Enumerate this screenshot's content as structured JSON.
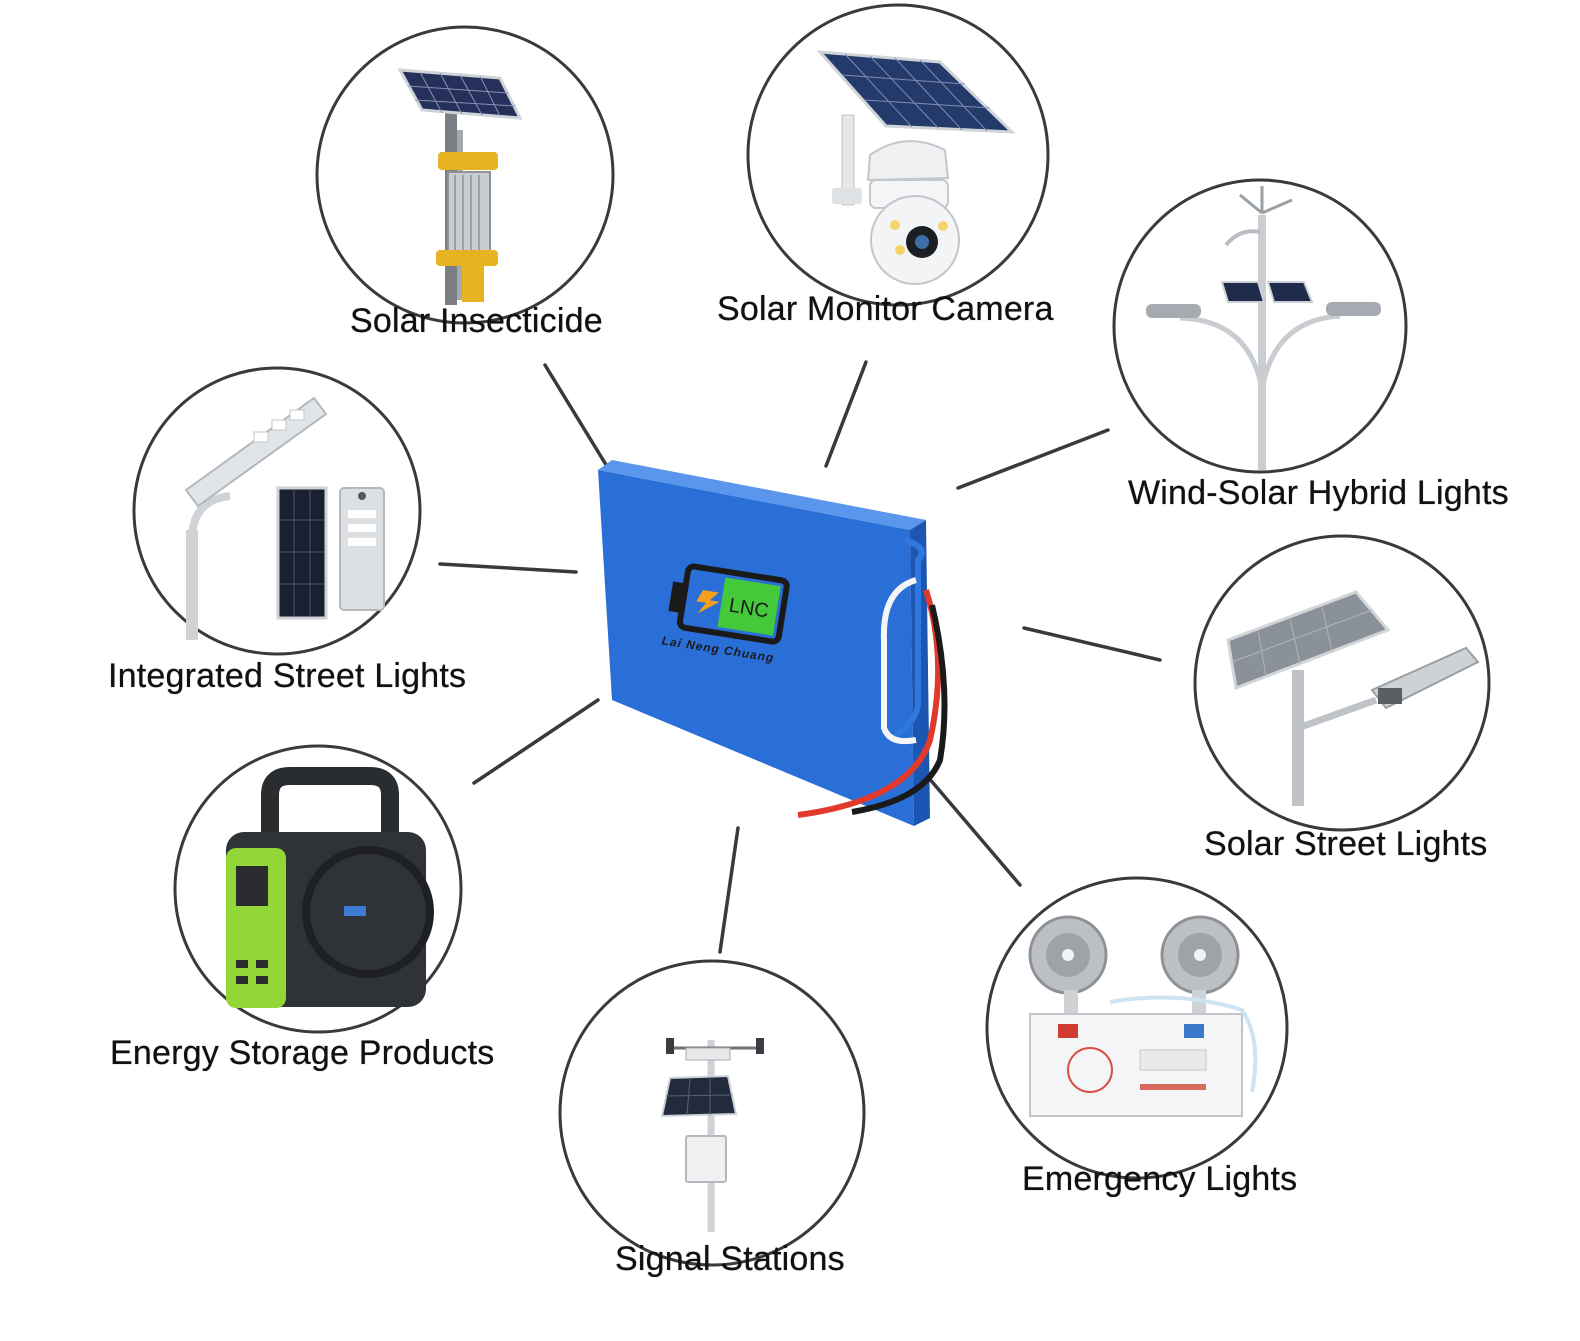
{
  "colors": {
    "battery_blue": "#2a6fd8",
    "battery_blue_dark": "#1d55b3",
    "logo_green": "#44c93b",
    "logo_orange": "#f5a21a",
    "ring": "#3a3a3a",
    "connector": "#3a3a3a",
    "wire_red": "#e23a2a",
    "wire_black": "#1a1a1a"
  },
  "center": {
    "name": "lithium-battery-pack",
    "logo": {
      "mark": "LNC",
      "tagline": "Lai Neng Chuang"
    }
  },
  "applications": [
    {
      "id": "solar-insecticide",
      "label": "Solar Insecticide",
      "icon": "insect-killer-lamp-icon"
    },
    {
      "id": "solar-monitor-camera",
      "label": "Solar Monitor Camera",
      "icon": "solar-camera-icon"
    },
    {
      "id": "wind-solar-hybrid-lights",
      "label": "Wind-Solar Hybrid Lights",
      "icon": "wind-solar-lamp-icon"
    },
    {
      "id": "integrated-street-lights",
      "label": "Integrated Street Lights",
      "icon": "integrated-street-light-icon"
    },
    {
      "id": "solar-street-lights",
      "label": "Solar Street Lights",
      "icon": "solar-street-light-icon"
    },
    {
      "id": "energy-storage-products",
      "label": "Energy Storage Products",
      "icon": "portable-power-station-icon"
    },
    {
      "id": "signal-stations",
      "label": "Signal Stations",
      "icon": "weather-station-icon"
    },
    {
      "id": "emergency-lights",
      "label": "Emergency Lights",
      "icon": "emergency-light-icon"
    }
  ]
}
